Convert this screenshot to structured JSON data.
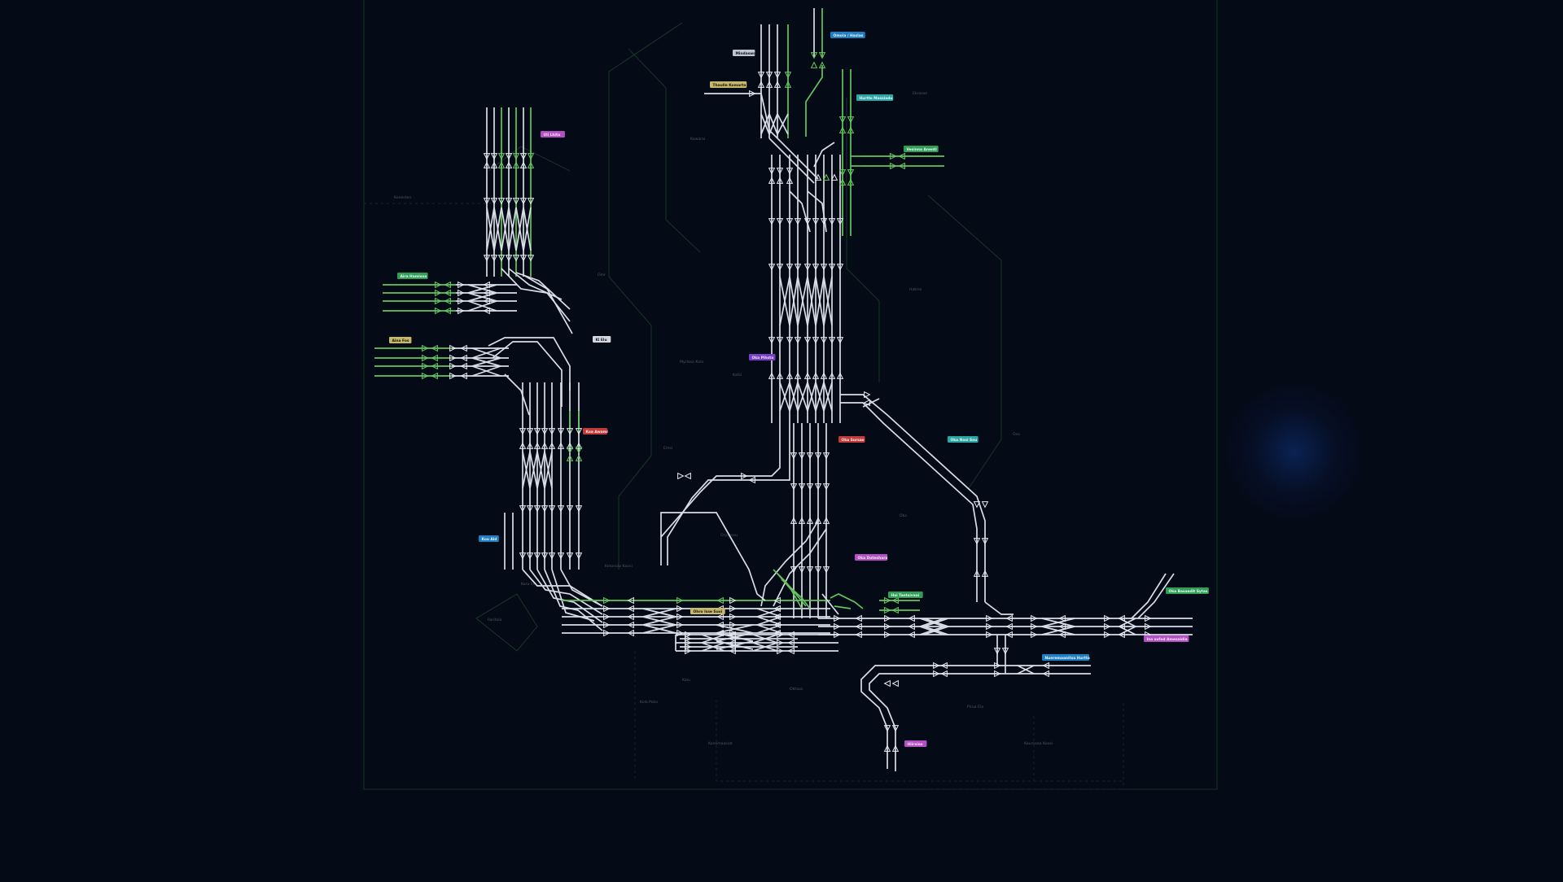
{
  "stations": [
    {
      "id": "nw_top",
      "text": "Uli Lhita",
      "color": "#b44fc4",
      "fg": "#f2e6f6"
    },
    {
      "id": "n_top1",
      "text": "Mindaswo",
      "color": "#bfc6d1",
      "fg": "#101420"
    },
    {
      "id": "n_top2",
      "text": "Omoia / Haslas",
      "color": "#1e7fc2",
      "fg": "#e8f2fb"
    },
    {
      "id": "n_left",
      "text": "Thaulle Komarta",
      "color": "#c6b96d",
      "fg": "#16160a"
    },
    {
      "id": "n_right",
      "text": "Hurtte Massiadu",
      "color": "#2ca6a5",
      "fg": "#e6f7f6"
    },
    {
      "id": "e_mid",
      "text": "Vesinna Anenti",
      "color": "#2f9e57",
      "fg": "#eafaf0"
    },
    {
      "id": "w_top",
      "text": "Aira Hamisoa",
      "color": "#2f9e57",
      "fg": "#eafaf0"
    },
    {
      "id": "w_mid",
      "text": "Aina Fos",
      "color": "#c6b96d",
      "fg": "#16160a"
    },
    {
      "id": "c_left",
      "text": "Kl Elu",
      "color": "#d5d8de",
      "fg": "#121620"
    },
    {
      "id": "c_mid",
      "text": "Oka Pihsta",
      "color": "#7a3fc8",
      "fg": "#efe6fb"
    },
    {
      "id": "c_red",
      "text": "Koa Awami",
      "color": "#c23a3a",
      "fg": "#fbeaea"
    },
    {
      "id": "c_red2",
      "text": "Oka Sursao",
      "color": "#c23a3a",
      "fg": "#fbeaea"
    },
    {
      "id": "e_teal",
      "text": "Oka Nosi Sou",
      "color": "#2ca6a5",
      "fg": "#e6f7f6"
    },
    {
      "id": "w_blue",
      "text": "Koo Ald",
      "color": "#1e7fc2",
      "fg": "#e8f2fb"
    },
    {
      "id": "c_lower",
      "text": "Oka Duteshara",
      "color": "#b44fc4",
      "fg": "#f2e6f6"
    },
    {
      "id": "s_green",
      "text": "Hai Tantsivaai",
      "color": "#2f9e57",
      "fg": "#eafaf0"
    },
    {
      "id": "s_yellow",
      "text": "Ohro Isse Suoi",
      "color": "#c6b96d",
      "fg": "#16160a"
    },
    {
      "id": "se_green",
      "text": "Oka Basaadit Sytas",
      "color": "#2f9e57",
      "fg": "#eafaf0"
    },
    {
      "id": "se_purple",
      "text": "Ino sofed Amesaidia",
      "color": "#b44fc4",
      "fg": "#f2e6f6"
    },
    {
      "id": "se_blue",
      "text": "Nueremaanitsa Hurtta",
      "color": "#1e7fc2",
      "fg": "#e8f2fb"
    },
    {
      "id": "s_bottom",
      "text": "Hiiraiso",
      "color": "#b44fc4",
      "fg": "#f2e6f6"
    }
  ],
  "districts": [
    "Konesten",
    "Kowaral",
    "Ekrasos",
    "Omr",
    "Hatmo",
    "Myrlasa Kola",
    "Katsi",
    "Oso",
    "Emsi",
    "Oryatsou",
    "Oka",
    "Koru Inn",
    "Ketonola Kaosi",
    "Ilaritola",
    "Kola Poka",
    "Oktaus",
    "Kalu",
    "Konemaasiat",
    "Kouroaaa Koosi",
    "Pirua Ela"
  ],
  "colors": {
    "background": "#050a17",
    "track": "#d9dde6",
    "active_track": "#62c55e",
    "district_outline": "#173325"
  }
}
